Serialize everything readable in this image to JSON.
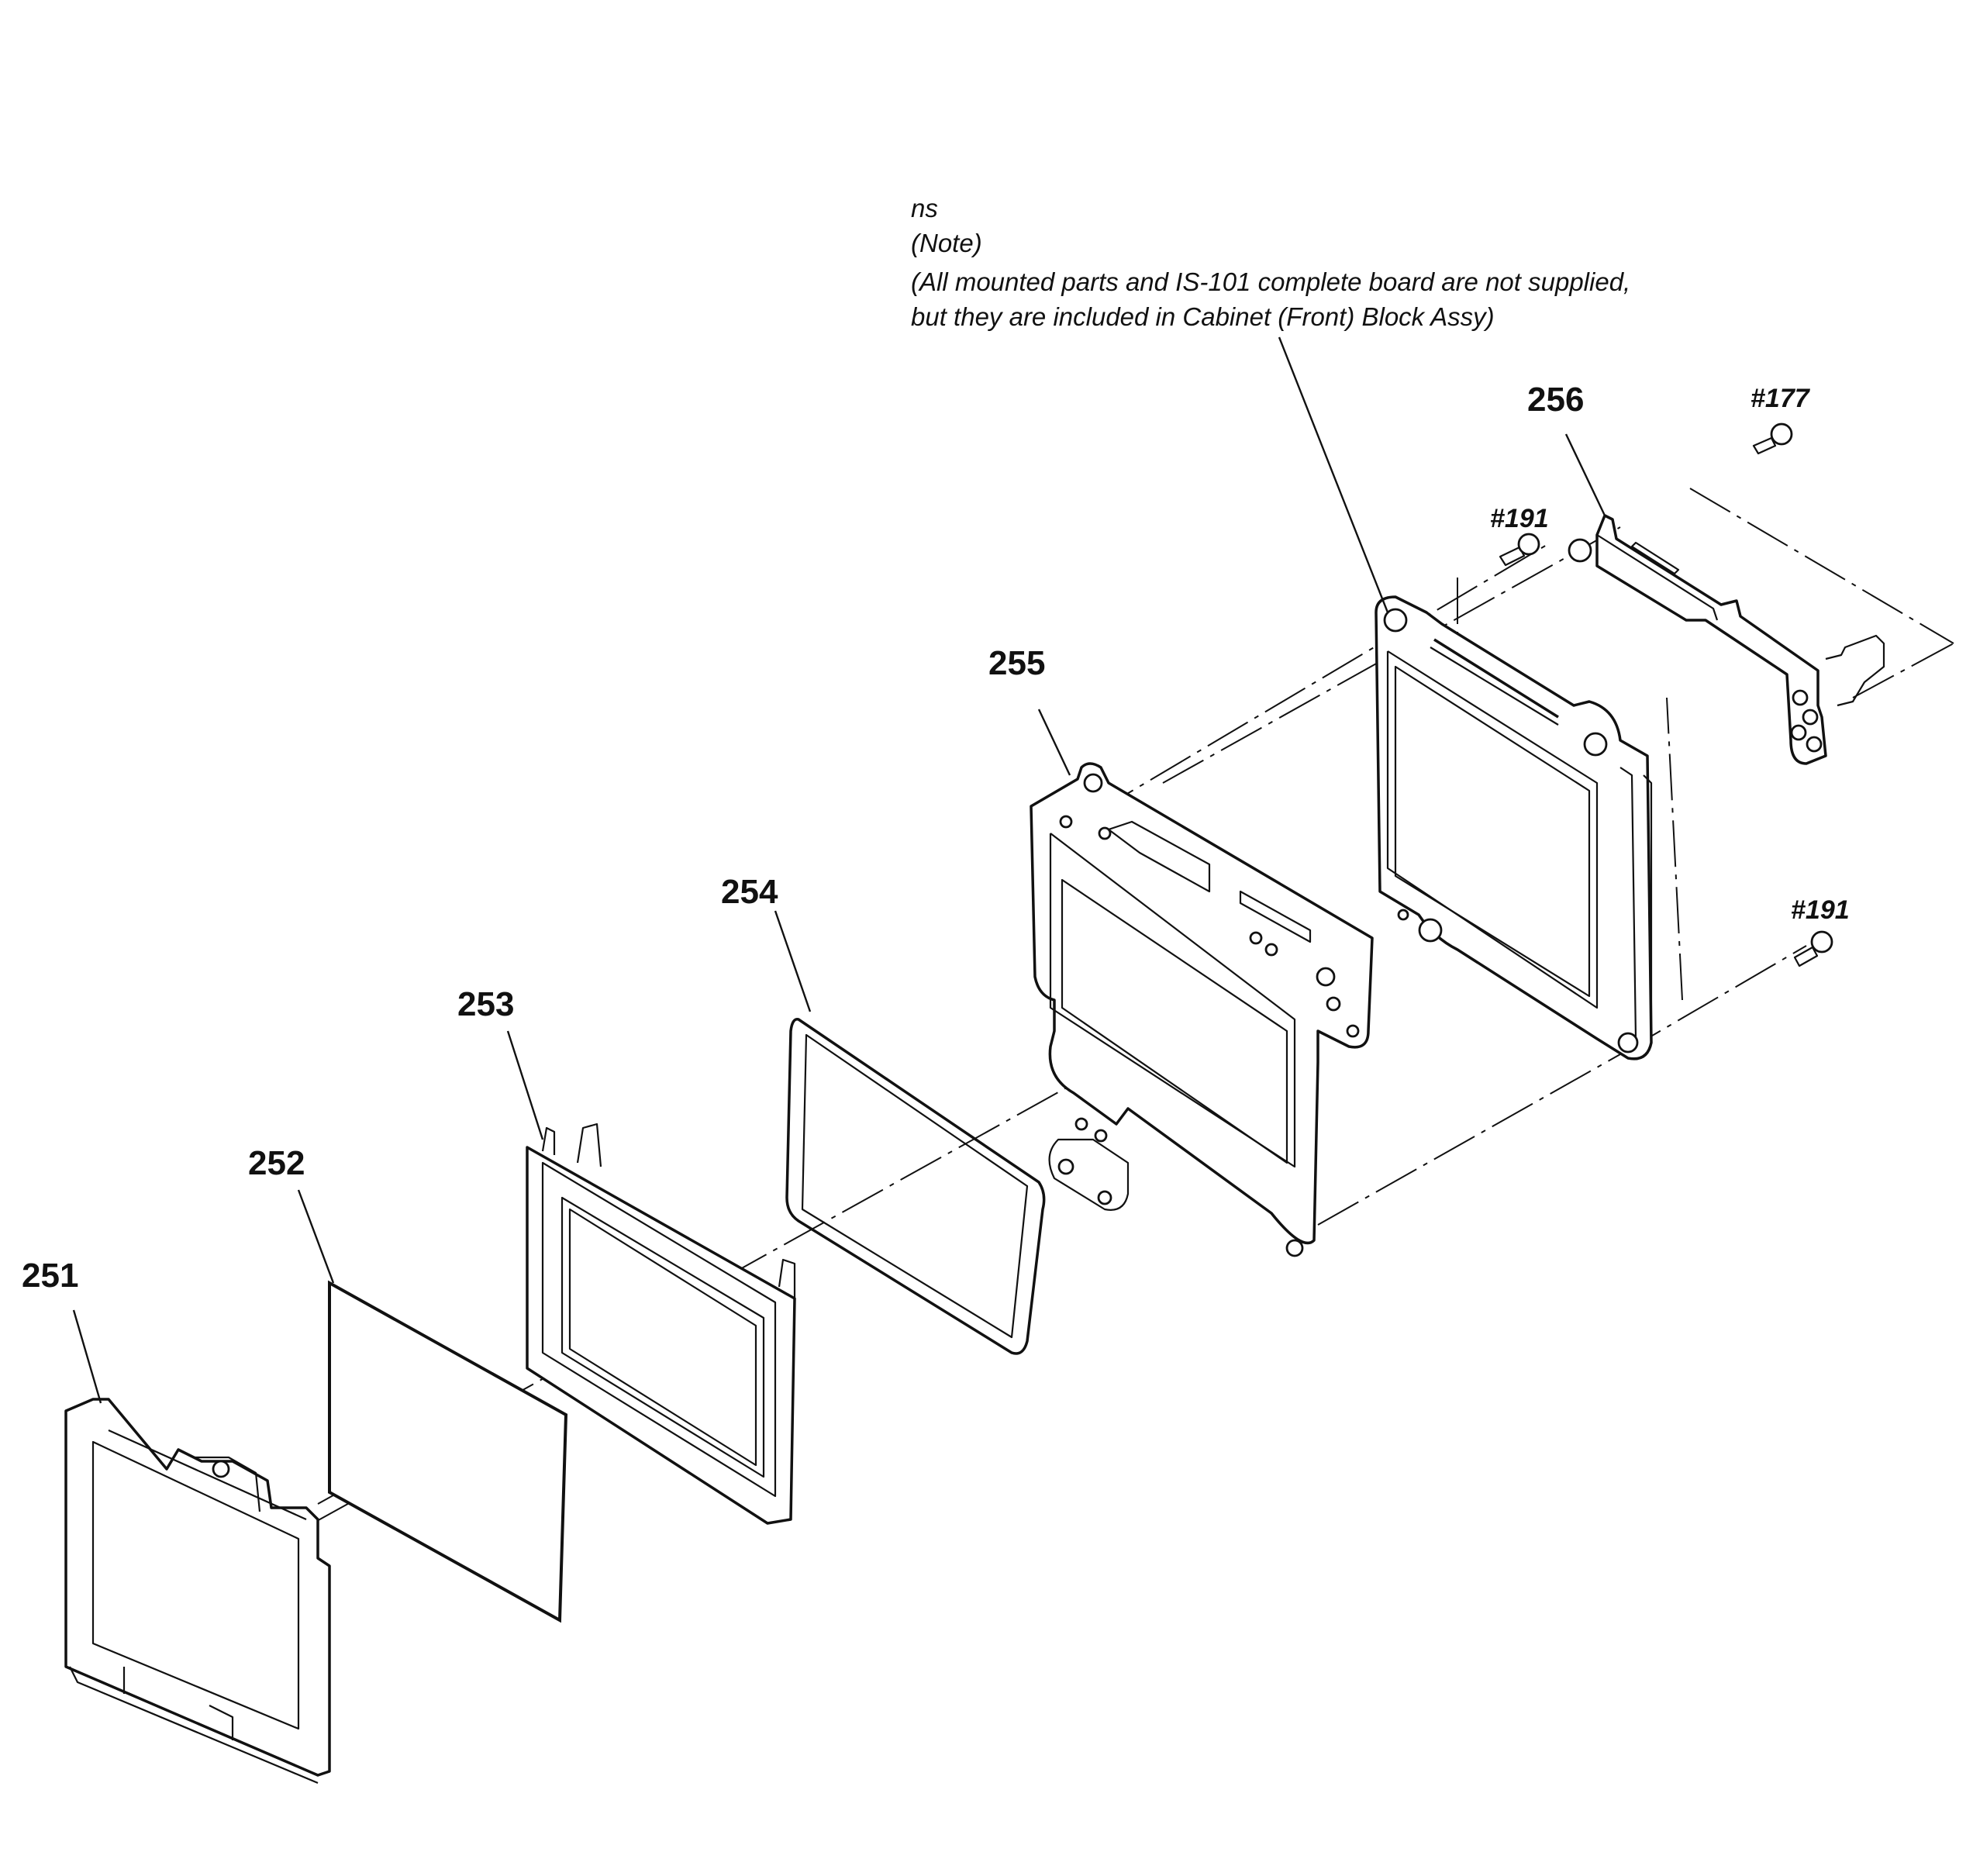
{
  "note": {
    "line1": "ns",
    "line2": "(Note)",
    "line3": "(All mounted parts and IS-101 complete board are not supplied,",
    "line4": "but they are included in Cabinet (Front) Block Assy)"
  },
  "parts": [
    {
      "id": "251",
      "label": "251"
    },
    {
      "id": "252",
      "label": "252"
    },
    {
      "id": "253",
      "label": "253"
    },
    {
      "id": "254",
      "label": "254"
    },
    {
      "id": "255",
      "label": "255"
    },
    {
      "id": "256",
      "label": "256"
    }
  ],
  "screws": [
    {
      "id": "177-top",
      "label": "#177"
    },
    {
      "id": "191-upper",
      "label": "#191"
    },
    {
      "id": "191-lower",
      "label": "#191"
    }
  ]
}
